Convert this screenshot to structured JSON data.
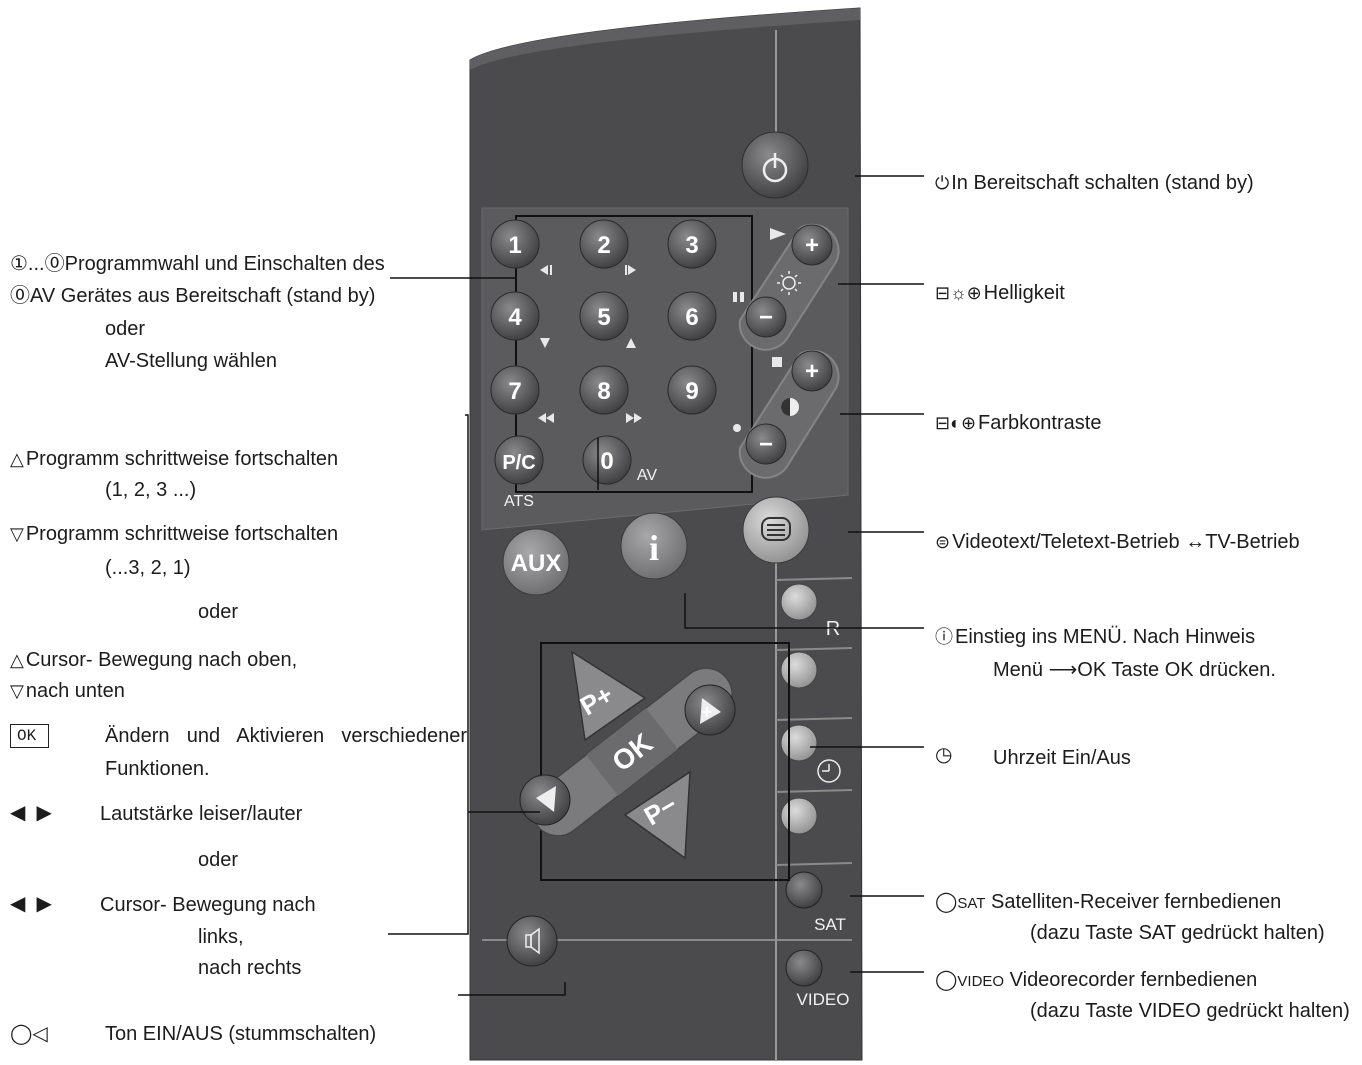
{
  "remote": {
    "digits": [
      "1",
      "2",
      "3",
      "4",
      "5",
      "6",
      "7",
      "8",
      "9",
      "0"
    ],
    "pc_label": "P/C",
    "ats_label": "ATS",
    "av_label": "AV",
    "aux_label": "AUX",
    "info_label": "i",
    "plus_label": "+",
    "minus_label": "−",
    "p_plus_label": "P+",
    "p_minus_label": "P−",
    "ok_label": "OK",
    "r_label": "R",
    "sat_label": "SAT",
    "video_label": "VIDEO"
  },
  "left_labels": {
    "prog_line1": "Programmwahl und Einschalten des",
    "prog_line1_prefix": "①...⓪",
    "prog_line2_prefix": "⓪AV",
    "prog_line2": "Gerätes aus Bereitschaft (stand by)",
    "prog_or": "oder",
    "prog_av": "AV-Stellung wählen",
    "step_up": "Programm schrittweise fortschalten",
    "step_up_seq": "(1, 2, 3 ...)",
    "step_down": "Programm schrittweise fortschalten",
    "step_down_seq": "(...3, 2, 1)",
    "or1": "oder",
    "cursor_up": "Cursor- Bewegung nach oben,",
    "cursor_down": "nach unten",
    "ok_key": "OK",
    "ok_desc1": "Ändern und Aktivieren verschiedener",
    "ok_desc2": "Funktionen.",
    "volume": "Lautstärke leiser/lauter",
    "or2": "oder",
    "cursor_lr1": "Cursor- Bewegung nach",
    "cursor_lr2": "links,",
    "cursor_lr3": "nach rechts",
    "mute": "Ton EIN/AUS (stummschalten)"
  },
  "right_labels": {
    "standby": "In Bereitschaft schalten (stand by)",
    "brightness": "Helligkeit",
    "contrast": "Farbkontraste",
    "teletext": "Videotext/Teletext-Betrieb ↔TV-Betrieb",
    "menu1": "Einstieg ins MENÜ. Nach Hinweis",
    "menu2": "Menü ⟶OK Taste OK drücken.",
    "clock": "Uhrzeit Ein/Aus",
    "sat_prefix": "SAT",
    "sat1": "Satelliten-Receiver fernbedienen",
    "sat2": "(dazu Taste SAT gedrückt halten)",
    "video_prefix": "VIDEO",
    "video1": "Videorecorder fernbedienen",
    "video2": "(dazu Taste VIDEO gedrückt halten)"
  },
  "colors": {
    "remote_body": "#4a4a4c",
    "panel": "#5a5a5c",
    "button": "#707072",
    "color_button": "#b9b9b9",
    "aux_button": "#8e8e90"
  }
}
